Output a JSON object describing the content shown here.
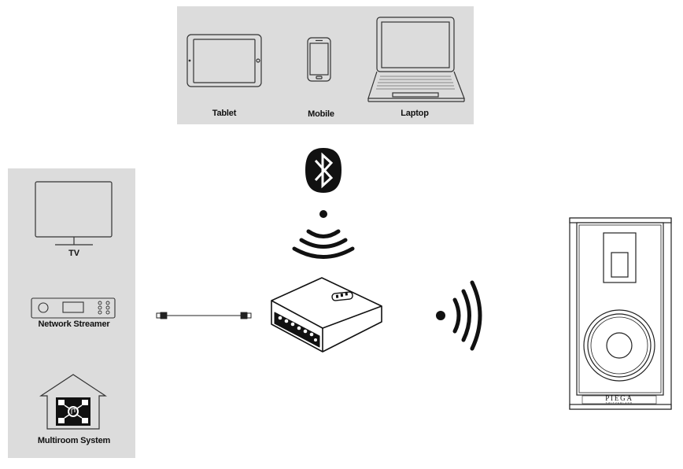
{
  "source_devices": {
    "tablet_label": "Tablet",
    "mobile_label": "Mobile",
    "laptop_label": "Laptop"
  },
  "wired_sources": {
    "tv_label": "TV",
    "network_streamer_label": "Network Streamer",
    "multiroom_label": "Multiroom System"
  },
  "speaker": {
    "brand": "PIEGA",
    "brand_sub": "SWITZERLAND"
  },
  "icons": [
    "tablet-icon",
    "mobile-icon",
    "laptop-icon",
    "bluetooth-icon",
    "wifi-signal-icon",
    "tv-icon",
    "network-streamer-icon",
    "multiroom-house-icon",
    "audio-cable-icon",
    "connect-hub-icon",
    "wireless-waves-icon",
    "speaker-icon"
  ],
  "colors": {
    "panel": "#dcdcdc",
    "stroke": "#333333",
    "ink": "#111111"
  }
}
